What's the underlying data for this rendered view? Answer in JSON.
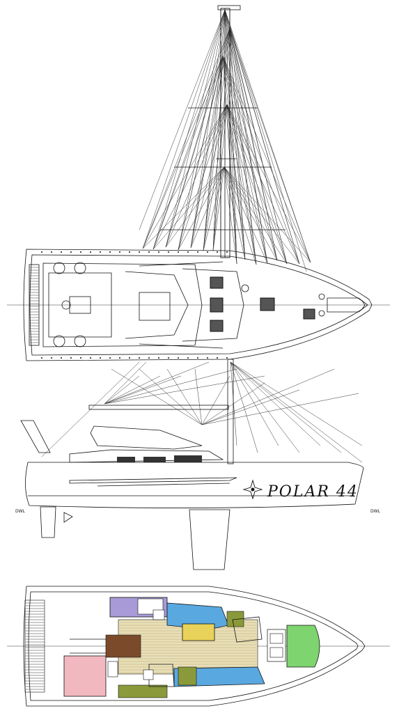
{
  "drawing": {
    "brand_name": "POLAR 44",
    "station_labels": [
      "DWL",
      "DWL"
    ]
  },
  "colors": {
    "line": "#111111",
    "berth_blue": "#5aa8e0",
    "saloon_yellow": "#e8d25a",
    "forward_green": "#7ed46e",
    "aft_pink": "#f2b8c0",
    "galley_purple": "#a79ad6",
    "floor_hatch": "#e9dfb8",
    "table_olive": "#8a9a3a",
    "engine_brown": "#7a4a2a"
  }
}
